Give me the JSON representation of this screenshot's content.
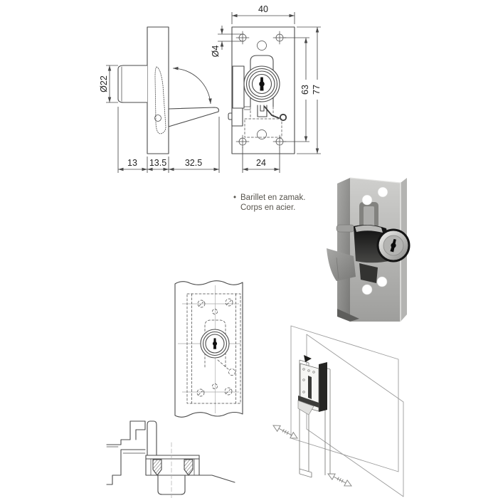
{
  "notes": {
    "bullet": "•",
    "line1": "Barillet en zamak.",
    "line2": "Corps en acier."
  },
  "drawings": {
    "side_view": {
      "dim_diameter": "Ø22",
      "dim_segments": [
        "13",
        "13.5",
        "32.5"
      ]
    },
    "front_view": {
      "dim_width": "40",
      "dim_hole_dia": "Ø4",
      "dim_hole_pitch_v": "63",
      "dim_height": "77",
      "dim_hole_pitch_h": "24"
    }
  },
  "colors": {
    "line": "#4a4a4a",
    "dim_text": "#222222",
    "note_text": "#57544d",
    "photo_steel_light": "#cfcfcd",
    "photo_steel_dark": "#787876",
    "photo_black": "#141414",
    "background": "#ffffff"
  }
}
